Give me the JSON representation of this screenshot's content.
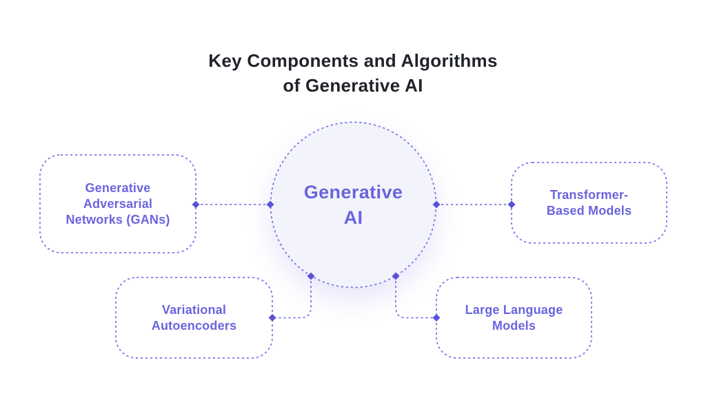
{
  "colors": {
    "accent_text": "#6a64de",
    "accent_border": "#7d77e8",
    "node_diamond": "#5a53d6",
    "circle_fill": "#f3f4fb",
    "title_text": "#20232a",
    "background": "#ffffff"
  },
  "title": "Key Components and Algorithms\nof Generative AI",
  "center_node": {
    "label": "Generative\nAI"
  },
  "component_nodes": [
    {
      "id": "gans",
      "label": "Generative\nAdversarial\nNetworks (GANs)"
    },
    {
      "id": "transformer-based-models",
      "label": "Transformer-\nBased Models"
    },
    {
      "id": "variational-autoencoders",
      "label": "Variational\nAutoencoders"
    },
    {
      "id": "large-language-models",
      "label": "Large Language\nModels"
    }
  ]
}
